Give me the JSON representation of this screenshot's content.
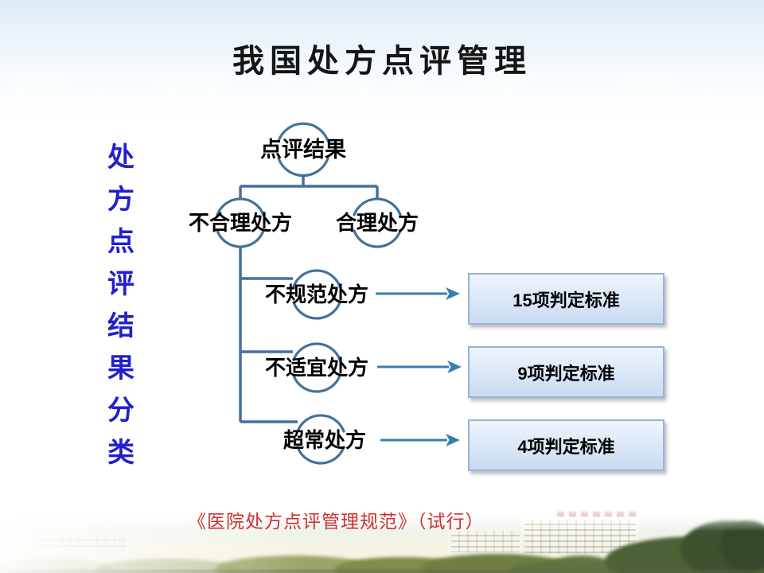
{
  "slide": {
    "title": "我国处方点评管理",
    "vertical_chars": [
      "处",
      "方",
      "点",
      "评",
      "结",
      "果",
      "分",
      "类"
    ],
    "caption": "《医院处方点评管理规范》（试行）"
  },
  "diagram": {
    "root_label": "点评结果",
    "branch_invalid_label": "不合理处方",
    "branch_valid_label": "合理处方",
    "sub_nodes": [
      {
        "label": "不规范处方",
        "standard": "15项判定标准"
      },
      {
        "label": "不适宜处方",
        "standard": "9项判定标准"
      },
      {
        "label": "超常处方",
        "standard": "4项判定标准"
      }
    ]
  },
  "colors": {
    "node_arc": "#41719C",
    "connector": "#44719E",
    "arrow": "#3580AC",
    "vertical_text_blue": "#2020CC",
    "caption_red": "#D03030",
    "box_border": "#9AB2D8",
    "box_fill_top": "#EFF5FD",
    "box_fill_bottom": "#C9DBF2"
  }
}
